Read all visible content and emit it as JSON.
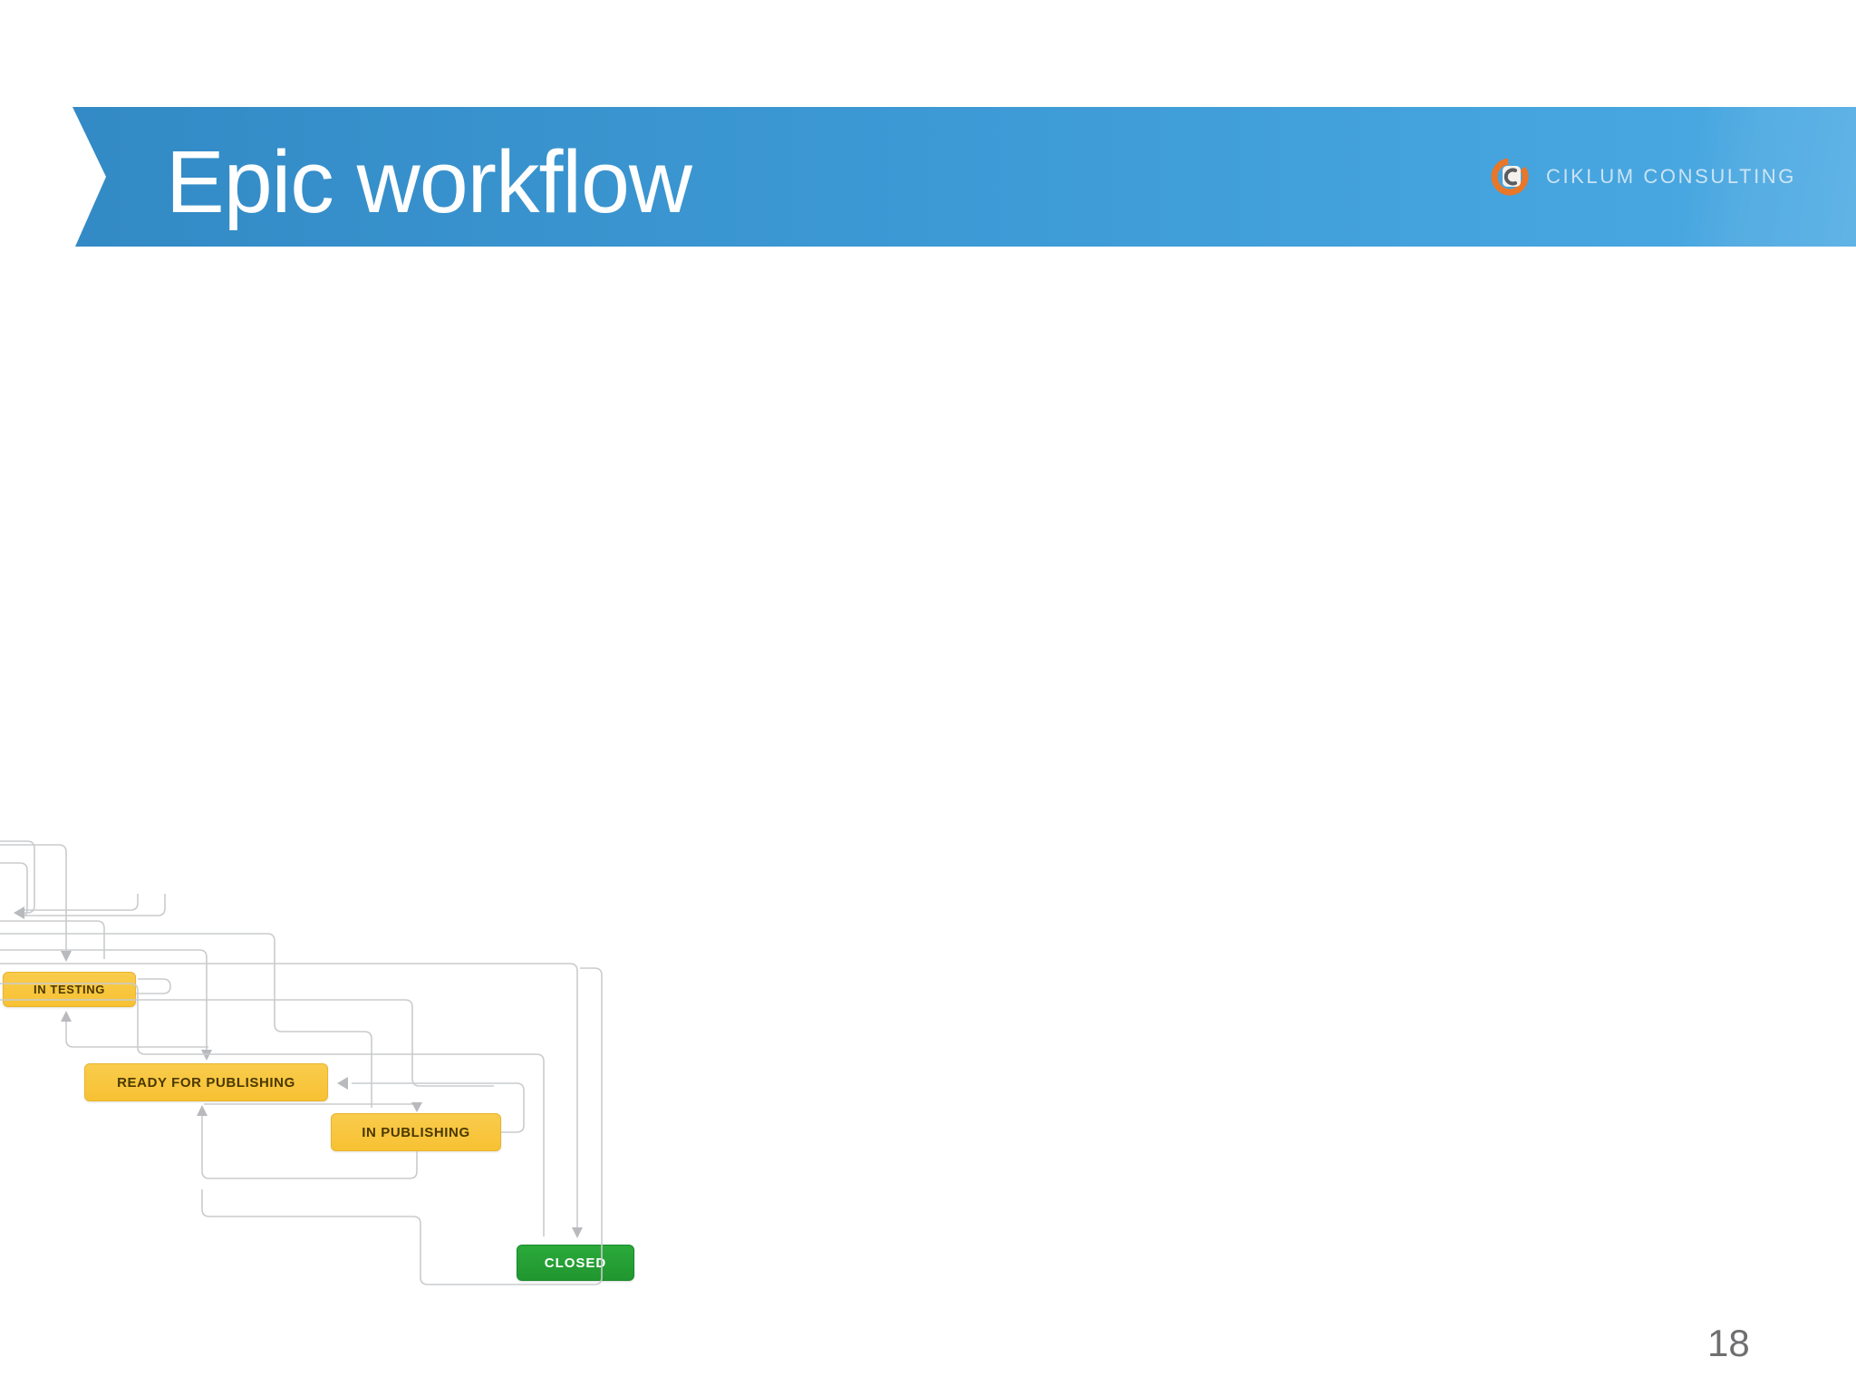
{
  "header": {
    "title": "Epic workflow",
    "brand": "CIKLUM CONSULTING",
    "banner_color_left": "#3289C4",
    "banner_color_right": "#4AA9E2",
    "title_color": "#FFFFFF",
    "brand_text_color": "#C9E3F4",
    "logo_icon": "ciklum-logo",
    "logo_color": "#E8772A"
  },
  "diagram": {
    "type": "workflow",
    "connector_color": "#C9CBCD",
    "nodes": [
      {
        "id": "in-testing",
        "label": "IN TESTING",
        "color": "#F8C53F",
        "text_color": "#4A3800"
      },
      {
        "id": "ready-for-publishing",
        "label": "READY FOR PUBLISHING",
        "color": "#F8C53F",
        "text_color": "#4A3800"
      },
      {
        "id": "in-publishing",
        "label": "IN PUBLISHING",
        "color": "#F8C53F",
        "text_color": "#4A3800"
      },
      {
        "id": "closed",
        "label": "CLOSED",
        "color": "#26A135",
        "text_color": "#FFFFFF"
      }
    ]
  },
  "slide": {
    "page_number": "18",
    "background_color": "#FFFFFF"
  }
}
